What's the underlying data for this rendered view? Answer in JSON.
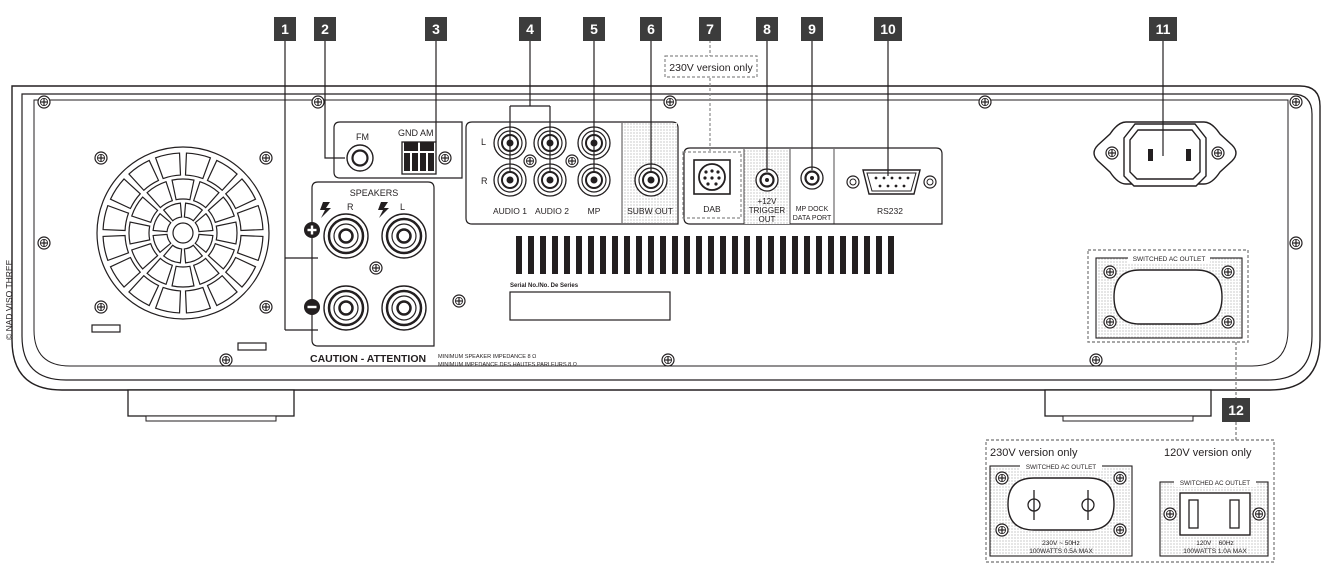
{
  "badges": [
    "1",
    "2",
    "3",
    "4",
    "5",
    "6",
    "7",
    "8",
    "9",
    "10",
    "11",
    "12"
  ],
  "note_230_top": "230V version only",
  "side_credit": "© NAD VISO THREE",
  "labels": {
    "fm": "FM",
    "gnd_am": "GND AM",
    "speakers": "SPEAKERS",
    "spk_r": "R",
    "spk_l": "L",
    "rca_l": "L",
    "rca_r": "R",
    "audio1": "AUDIO 1",
    "audio2": "AUDIO 2",
    "mp": "MP",
    "subw_out": "SUBW OUT",
    "dab": "DAB",
    "trigger_1": "+12V",
    "trigger_2": "TRIGGER",
    "trigger_3": "OUT",
    "mp_dock_1": "MP DOCK",
    "mp_dock_2": "DATA PORT",
    "rs232": "RS232",
    "serial": "Serial No./No. De Series",
    "caution": "CAUTION - ATTENTION",
    "impedance_1": "MINIMUM SPEAKER IMPEDANCE 8 Ω",
    "impedance_2": "MINIMUM IMPEDANCE DES HAUTES PARLEURS 8 Ω",
    "switched_ac": "SWITCHED AC OUTLET"
  },
  "inset": {
    "left_title": "230V version only",
    "right_title": "120V version only",
    "outlet_label": "SWITCHED AC OUTLET",
    "left_spec_1": "230V ~ 50Hz",
    "left_spec_2": "100WATTS 0.5A MAX",
    "right_spec_1": "120V    60Hz",
    "right_spec_2": "100WATTS 1.0A MAX"
  },
  "colors": {
    "badge_bg": "#3c3c3c",
    "badge_text": "#ffffff",
    "line": "#231f20",
    "panel_fill": "#ffffff",
    "stipple": "#d9d9d9",
    "dashed": "#8a8a8a"
  }
}
